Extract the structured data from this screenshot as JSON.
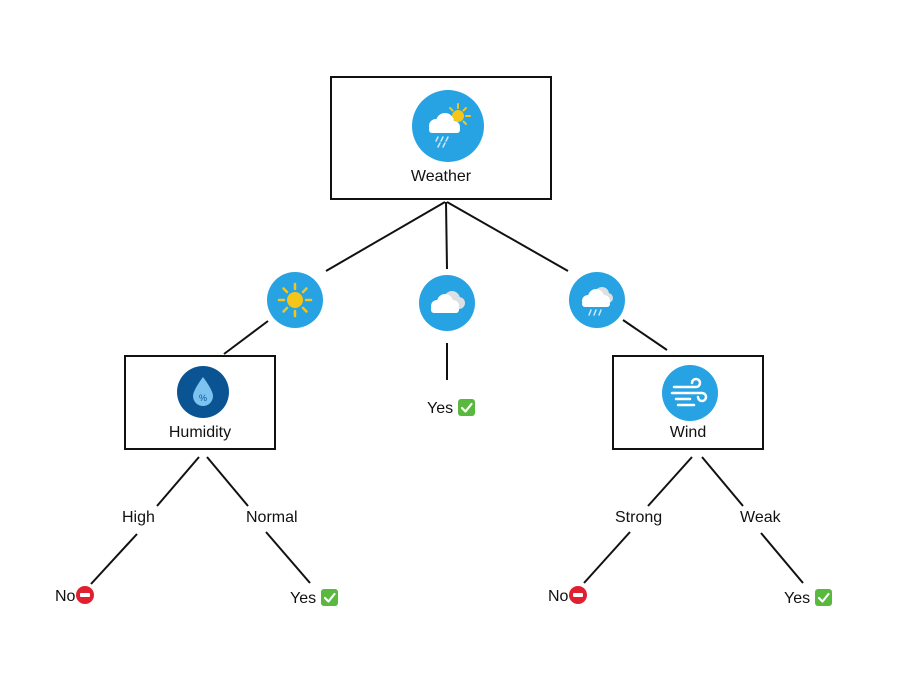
{
  "colors": {
    "icon_blue": "#27a3e3",
    "icon_dark_blue": "#0a5494",
    "sun": "#f5c518",
    "check_green": "#59b83e",
    "stop_red": "#e0202e",
    "line": "#111111"
  },
  "root": {
    "label": "Weather",
    "icon": "cloud-sun-rain-icon"
  },
  "branches": {
    "sunny": {
      "icon": "sun-icon"
    },
    "cloudy": {
      "icon": "cloud-icon"
    },
    "rainy": {
      "icon": "cloud-rain-icon"
    }
  },
  "humidity": {
    "label": "Humidity",
    "icon": "humidity-drop-icon",
    "high_label": "High",
    "normal_label": "Normal",
    "high_result": "No",
    "normal_result": "Yes"
  },
  "cloudy_result": "Yes",
  "wind": {
    "label": "Wind",
    "icon": "wind-icon",
    "strong_label": "Strong",
    "weak_label": "Weak",
    "strong_result": "No",
    "weak_result": "Yes"
  }
}
